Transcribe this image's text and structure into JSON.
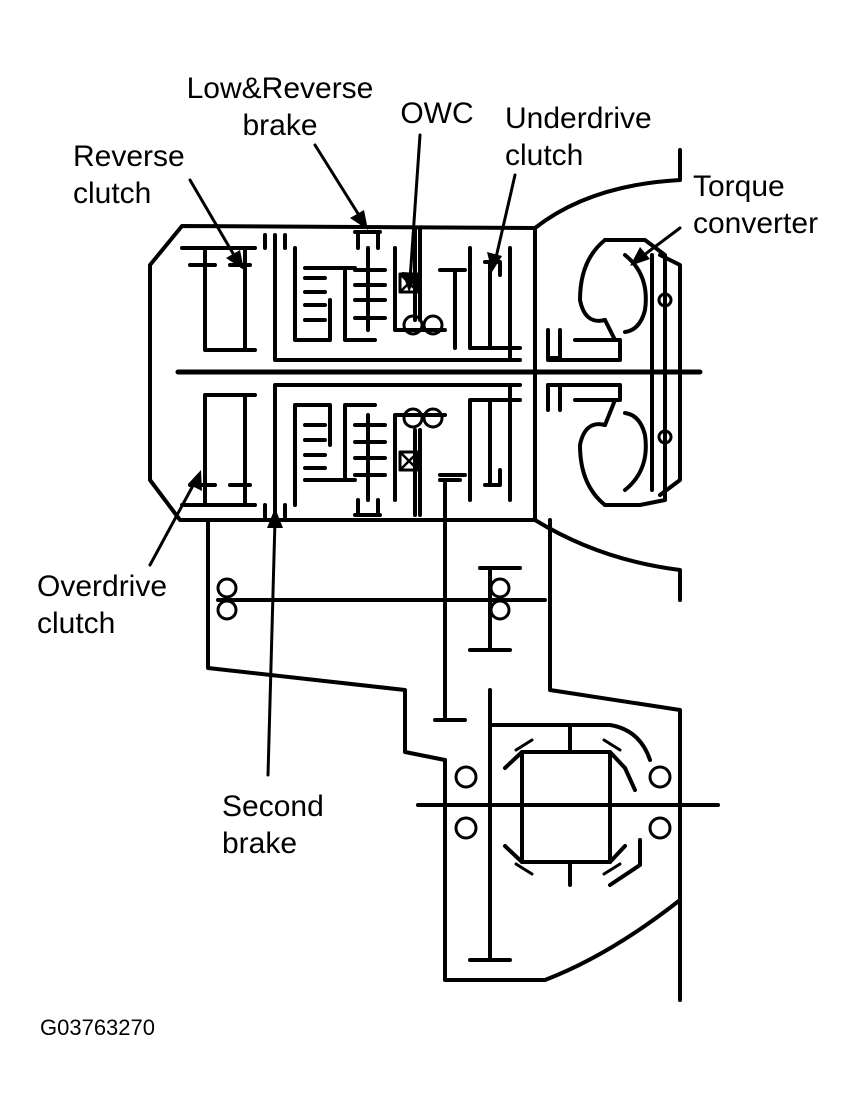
{
  "labels": {
    "low_reverse_brake": [
      "Low&Reverse",
      "brake"
    ],
    "owc": "OWC",
    "underdrive_clutch": [
      "Underdrive",
      "clutch"
    ],
    "reverse_clutch": [
      "Reverse",
      "clutch"
    ],
    "torque_converter": [
      "Torque",
      "converter"
    ],
    "overdrive_clutch": [
      "Overdrive",
      "clutch"
    ],
    "second_brake": [
      "Second",
      "brake"
    ]
  },
  "figure_code": "G03763270",
  "colors": {
    "ink": "#000000",
    "paper": "#ffffff"
  }
}
